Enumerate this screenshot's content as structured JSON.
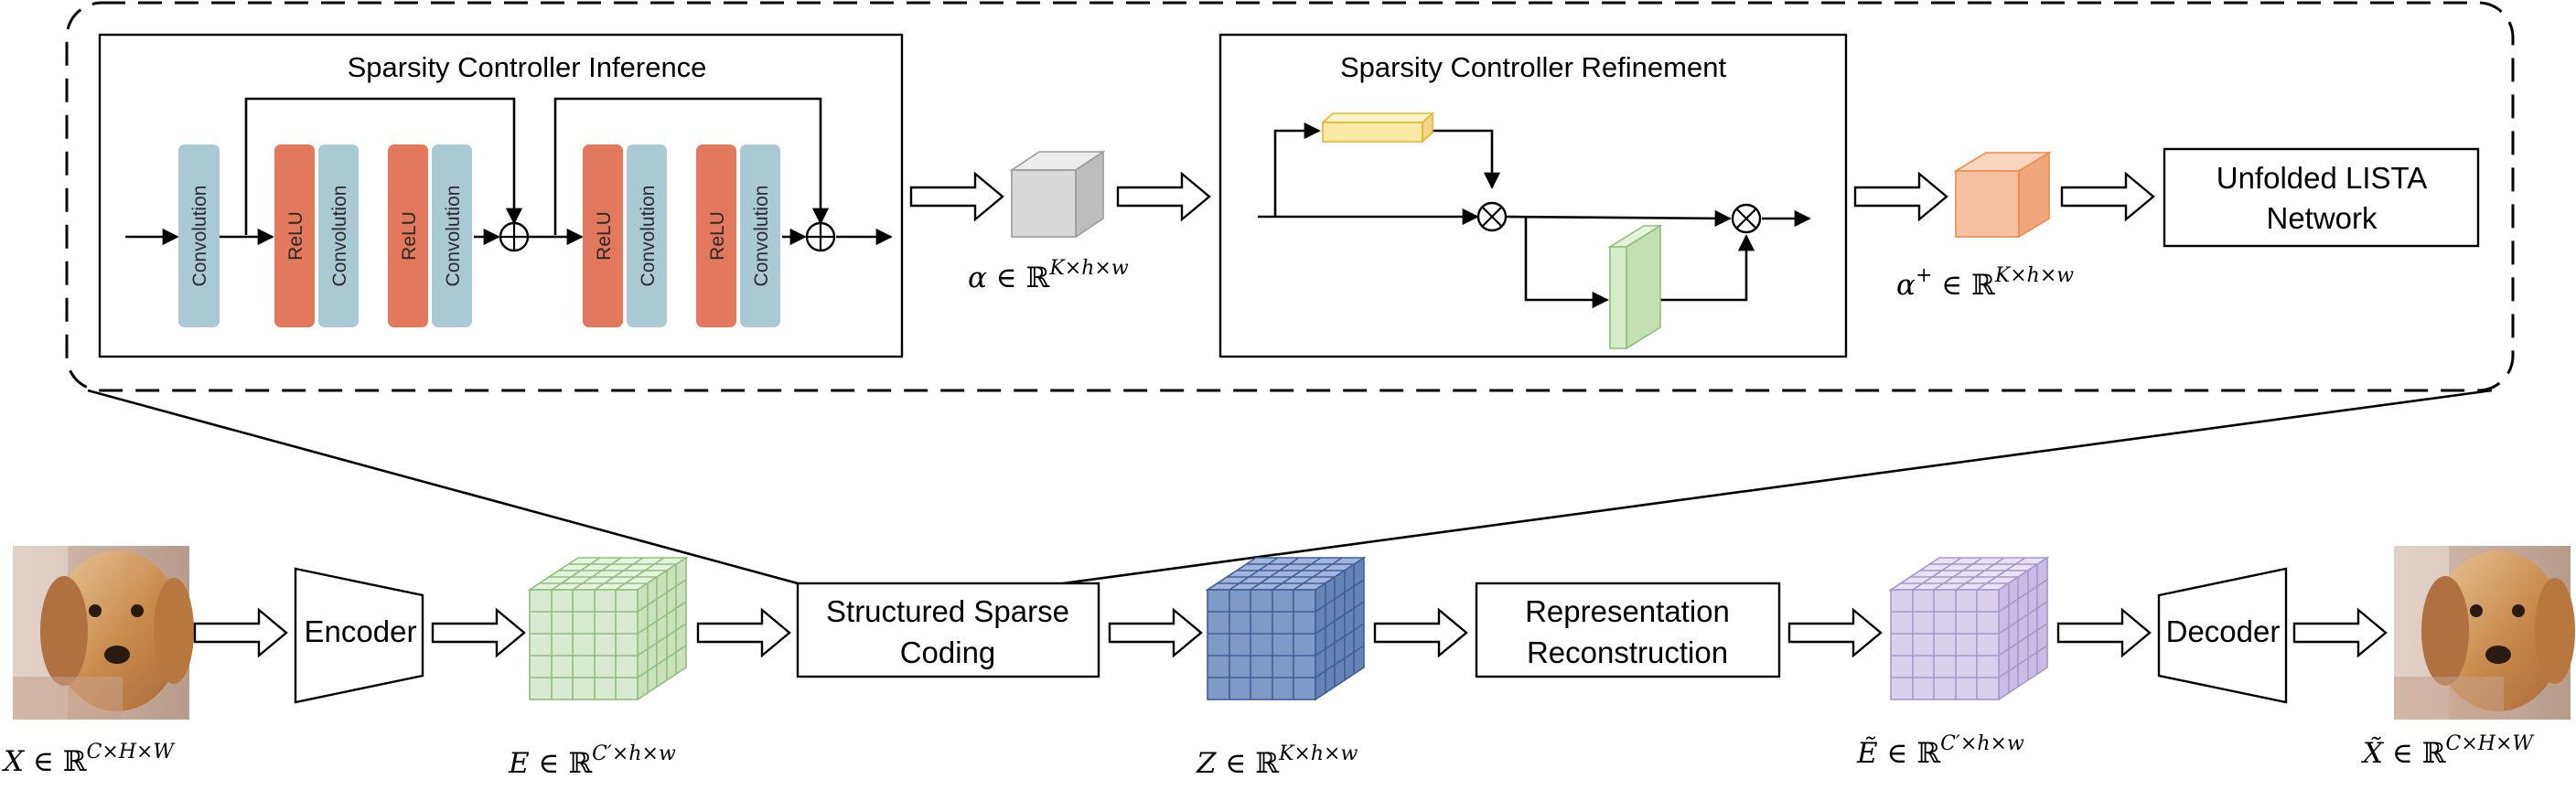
{
  "modules": {
    "inference_title": "Sparsity Controller Inference",
    "refinement_title": "Sparsity Controller Refinement",
    "lista_line1": "Unfolded LISTA",
    "lista_line2": "Network",
    "encoder": "Encoder",
    "decoder": "Decoder",
    "ssc_line1": "Structured Sparse",
    "ssc_line2": "Coding",
    "rr_line1": "Representation",
    "rr_line2": "Reconstruction"
  },
  "layers": {
    "convolution": "Convolution",
    "relu": "ReLU"
  },
  "math": {
    "alpha": {
      "sym": "α",
      "rel": "∈",
      "set": "ℝ",
      "sup": "K×h×w"
    },
    "alpha_plus": {
      "sym": "α",
      "mark": "+",
      "rel": "∈",
      "set": "ℝ",
      "sup": "K×h×w"
    },
    "x": {
      "sym": "X",
      "rel": "∈",
      "set": "ℝ",
      "sup": "C×H×W"
    },
    "e": {
      "sym": "E",
      "rel": "∈",
      "set": "ℝ",
      "sup": "C′×h×w"
    },
    "z": {
      "sym": "Z",
      "rel": "∈",
      "set": "ℝ",
      "sup": "K×h×w"
    },
    "e_tilde": {
      "sym": "Ẽ",
      "rel": "∈",
      "set": "ℝ",
      "sup": "C′×h×w"
    },
    "x_tilde": {
      "sym": "X̃",
      "rel": "∈",
      "set": "ℝ",
      "sup": "C×H×W"
    }
  },
  "colors": {
    "conv": "#a9c9d3",
    "relu": "#e2785c",
    "alpha_cube": "#d9d9d9",
    "alpha_plus_cube": "#f6c0a2",
    "yellow_block": "#fbe9a6",
    "green_block": "#d5ecc8",
    "e_cube": "#d8ebd0",
    "z_cube": "#7f9ac8",
    "e_tilde_cube": "#d9d0ee"
  },
  "icons": [
    "puppy-image",
    "circled-plus-icon",
    "circled-times-icon"
  ]
}
